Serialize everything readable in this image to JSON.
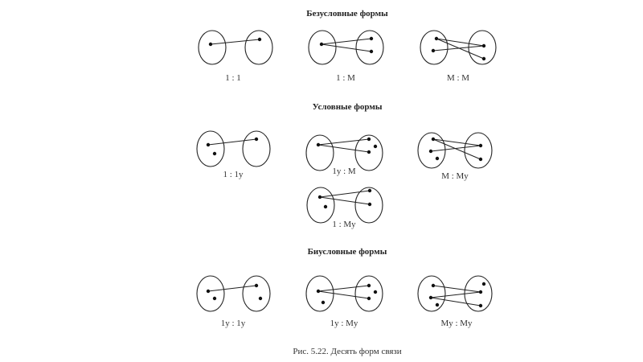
{
  "sections": [
    {
      "title": "Безусловные формы",
      "labels": [
        "1 : 1",
        "1 : M",
        "M : M"
      ]
    },
    {
      "title": "Условные формы",
      "labels": [
        "1 : 1у",
        "1у : M",
        "M : Mу",
        "1 : Mу"
      ]
    },
    {
      "title": "Биусловные формы",
      "labels": [
        "1у : 1у",
        "1у : Mу",
        "Mу : Mу"
      ]
    }
  ],
  "caption": "Рис. 5.22. Десять форм связи"
}
